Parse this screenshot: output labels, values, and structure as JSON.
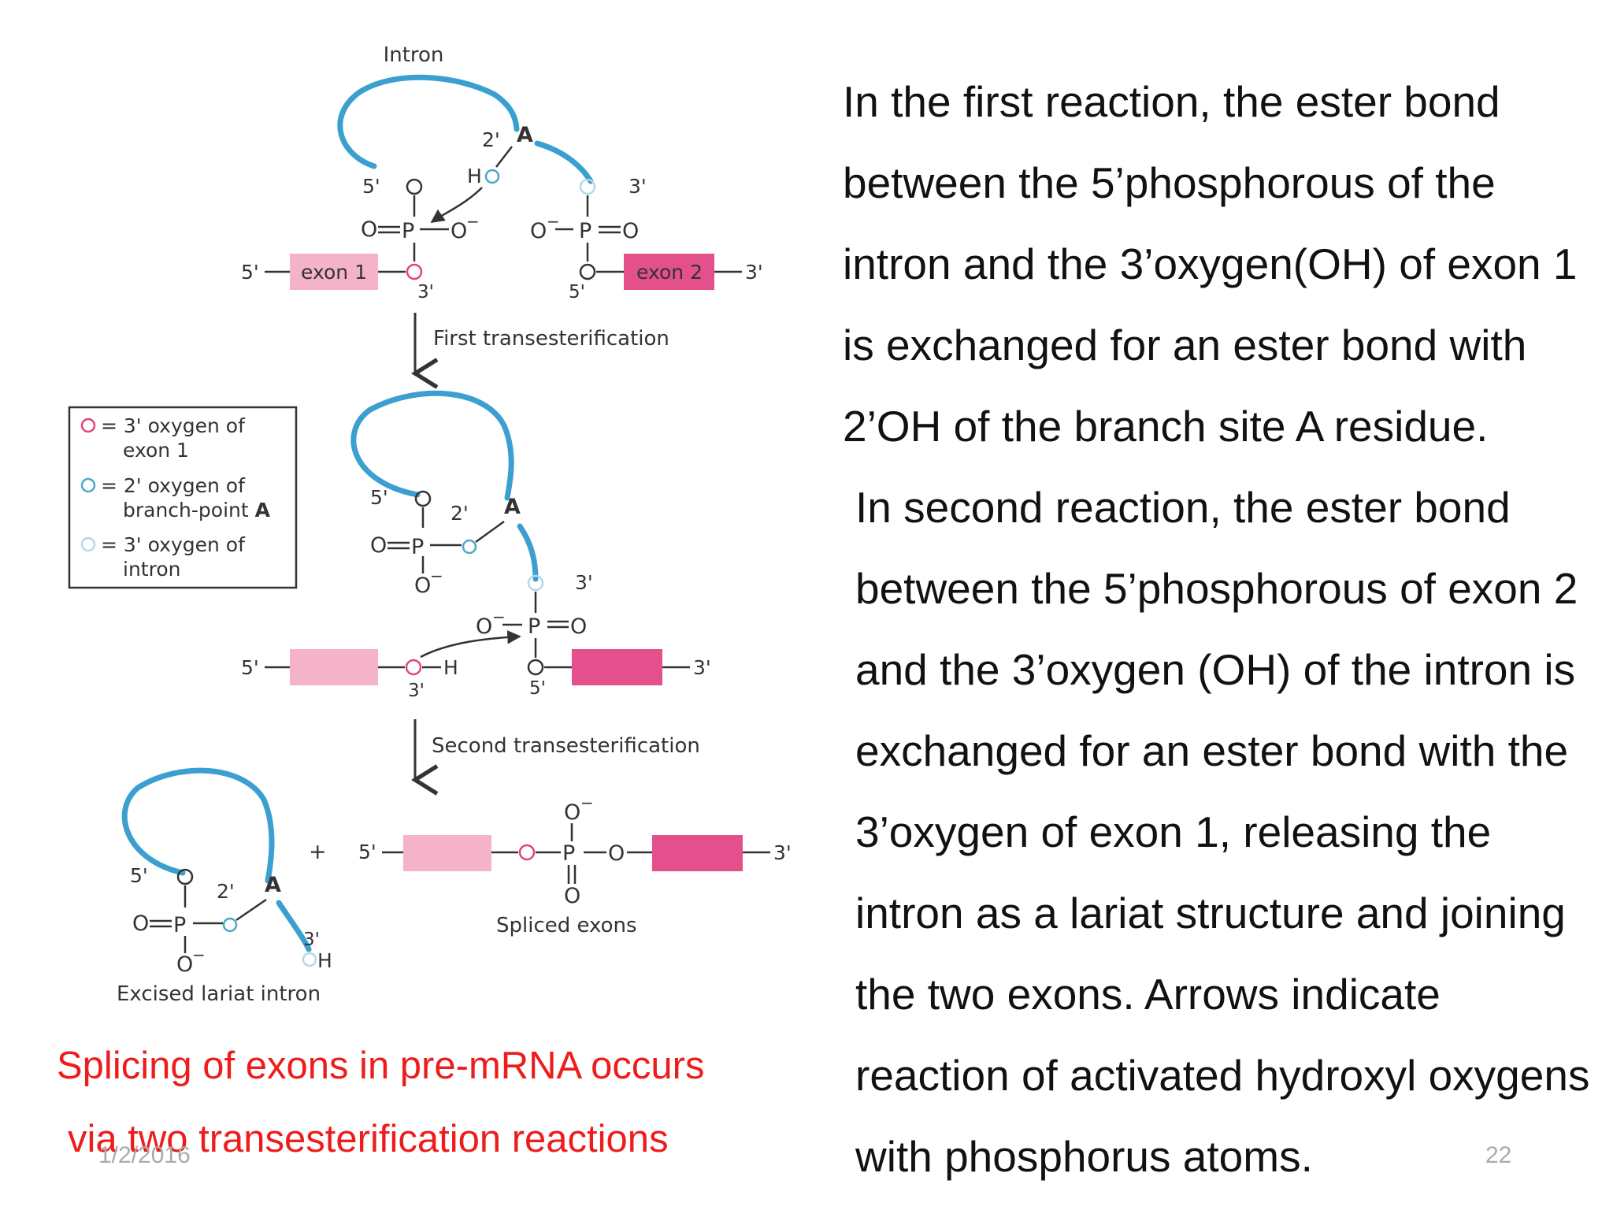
{
  "figure": {
    "intron_label": "Intron",
    "exon1_label": "exon 1",
    "exon2_label": "exon 2",
    "first_step_label": "First transesterification",
    "second_step_label": "Second transesterification",
    "spliced_exons_label": "Spliced exons",
    "excised_intron_label": "Excised lariat intron",
    "branch_residue": "A",
    "plus_sign": "+",
    "legend": [
      {
        "symbol": "O",
        "color": "#e0457b",
        "text_line1": "= 3' oxygen of",
        "text_line2": "exon 1"
      },
      {
        "symbol": "O",
        "color": "#4fa7c6",
        "text_line1": "= 2' oxygen of",
        "text_line2": "branch-point ",
        "text_line2_bold": "A"
      },
      {
        "symbol": "O",
        "color": "#b4d9e6",
        "text_line1": "= 3' oxygen of",
        "text_line2": "intron"
      }
    ],
    "colors": {
      "intron": "#3b9fd0",
      "exon1": "#f4b3c8",
      "exon2": "#e3508c",
      "oxygen_exon1": "#e0457b",
      "oxygen_branch": "#4fa7c6",
      "oxygen_intron": "#b4d9e6"
    }
  },
  "caption": {
    "line1": "Splicing of exons in pre-mRNA occurs",
    "line2": "via two transesterification reactions",
    "color": "#ee1c1c"
  },
  "body_paragraphs": [
    "In the first reaction, the ester bond between the 5’phosphorous of the intron and the 3’oxygen(OH) of exon 1 is exchanged for an ester bond with 2’OH of the branch site A residue.",
    "In second reaction, the ester bond between the 5’phosphorous of exon 2 and the 3’oxygen (OH) of the intron is exchanged for an ester bond with the 3’oxygen of exon 1, releasing the intron as a lariat structure and joining the two exons. Arrows indicate reaction of activated hydroxyl oxygens with phosphorus atoms."
  ],
  "footer": {
    "date": "1/2/2016",
    "page_number": "22"
  }
}
